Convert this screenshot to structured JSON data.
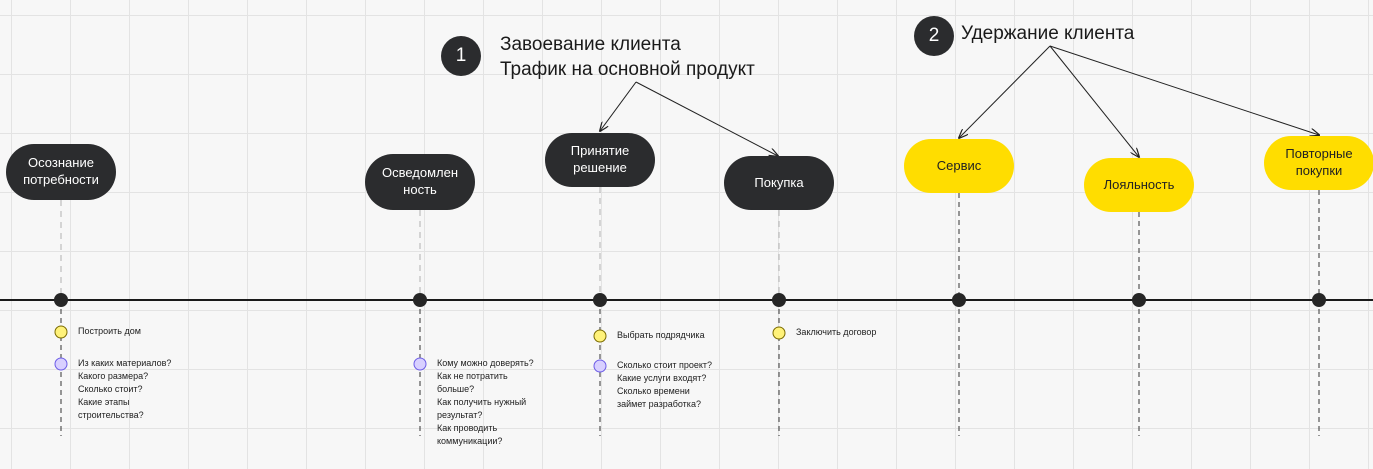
{
  "phases": [
    {
      "number": "1",
      "title_lines": [
        "Завоевание клиента",
        "Трафик на основной продукт"
      ]
    },
    {
      "number": "2",
      "title_lines": [
        "Удержание клиента"
      ]
    }
  ],
  "stages": [
    {
      "label": "Осознание потребности",
      "color": "dark"
    },
    {
      "label": "Осведомлен ность",
      "color": "dark"
    },
    {
      "label": "Принятие решение",
      "color": "dark"
    },
    {
      "label": "Покупка",
      "color": "dark"
    },
    {
      "label": "Сервис",
      "color": "yellow"
    },
    {
      "label": "Лояльность",
      "color": "yellow"
    },
    {
      "label": "Повторные покупки",
      "color": "yellow"
    }
  ],
  "markers": [
    {
      "stage": 0,
      "type": "yellow",
      "lines": [
        "Построить дом"
      ]
    },
    {
      "stage": 0,
      "type": "purple",
      "lines": [
        "Из каких материалов?",
        "Какого размера?",
        "Сколько стоит?",
        "Какие этапы",
        "строительства?"
      ]
    },
    {
      "stage": 1,
      "type": "purple",
      "lines": [
        "Кому можно доверять?",
        "Как не потратить",
        "больше?",
        "Как получить нужный",
        "результат?",
        "Как проводить",
        "коммуникации?"
      ]
    },
    {
      "stage": 2,
      "type": "yellow",
      "lines": [
        "Выбрать подрядчика"
      ]
    },
    {
      "stage": 2,
      "type": "purple",
      "lines": [
        "Сколько стоит проект?",
        "Какие услуги входят?",
        "Сколько времени",
        "займет разработка?"
      ]
    },
    {
      "stage": 3,
      "type": "yellow",
      "lines": [
        "Заключить договор"
      ]
    }
  ],
  "colors": {
    "dark": "#2b2c2e",
    "yellow": "#ffdd00",
    "marker_yellow": "#fff27a",
    "marker_purple": "#d8d0ff",
    "marker_purple_stroke": "#6c5ce7",
    "axis": "#1a1a1a"
  }
}
